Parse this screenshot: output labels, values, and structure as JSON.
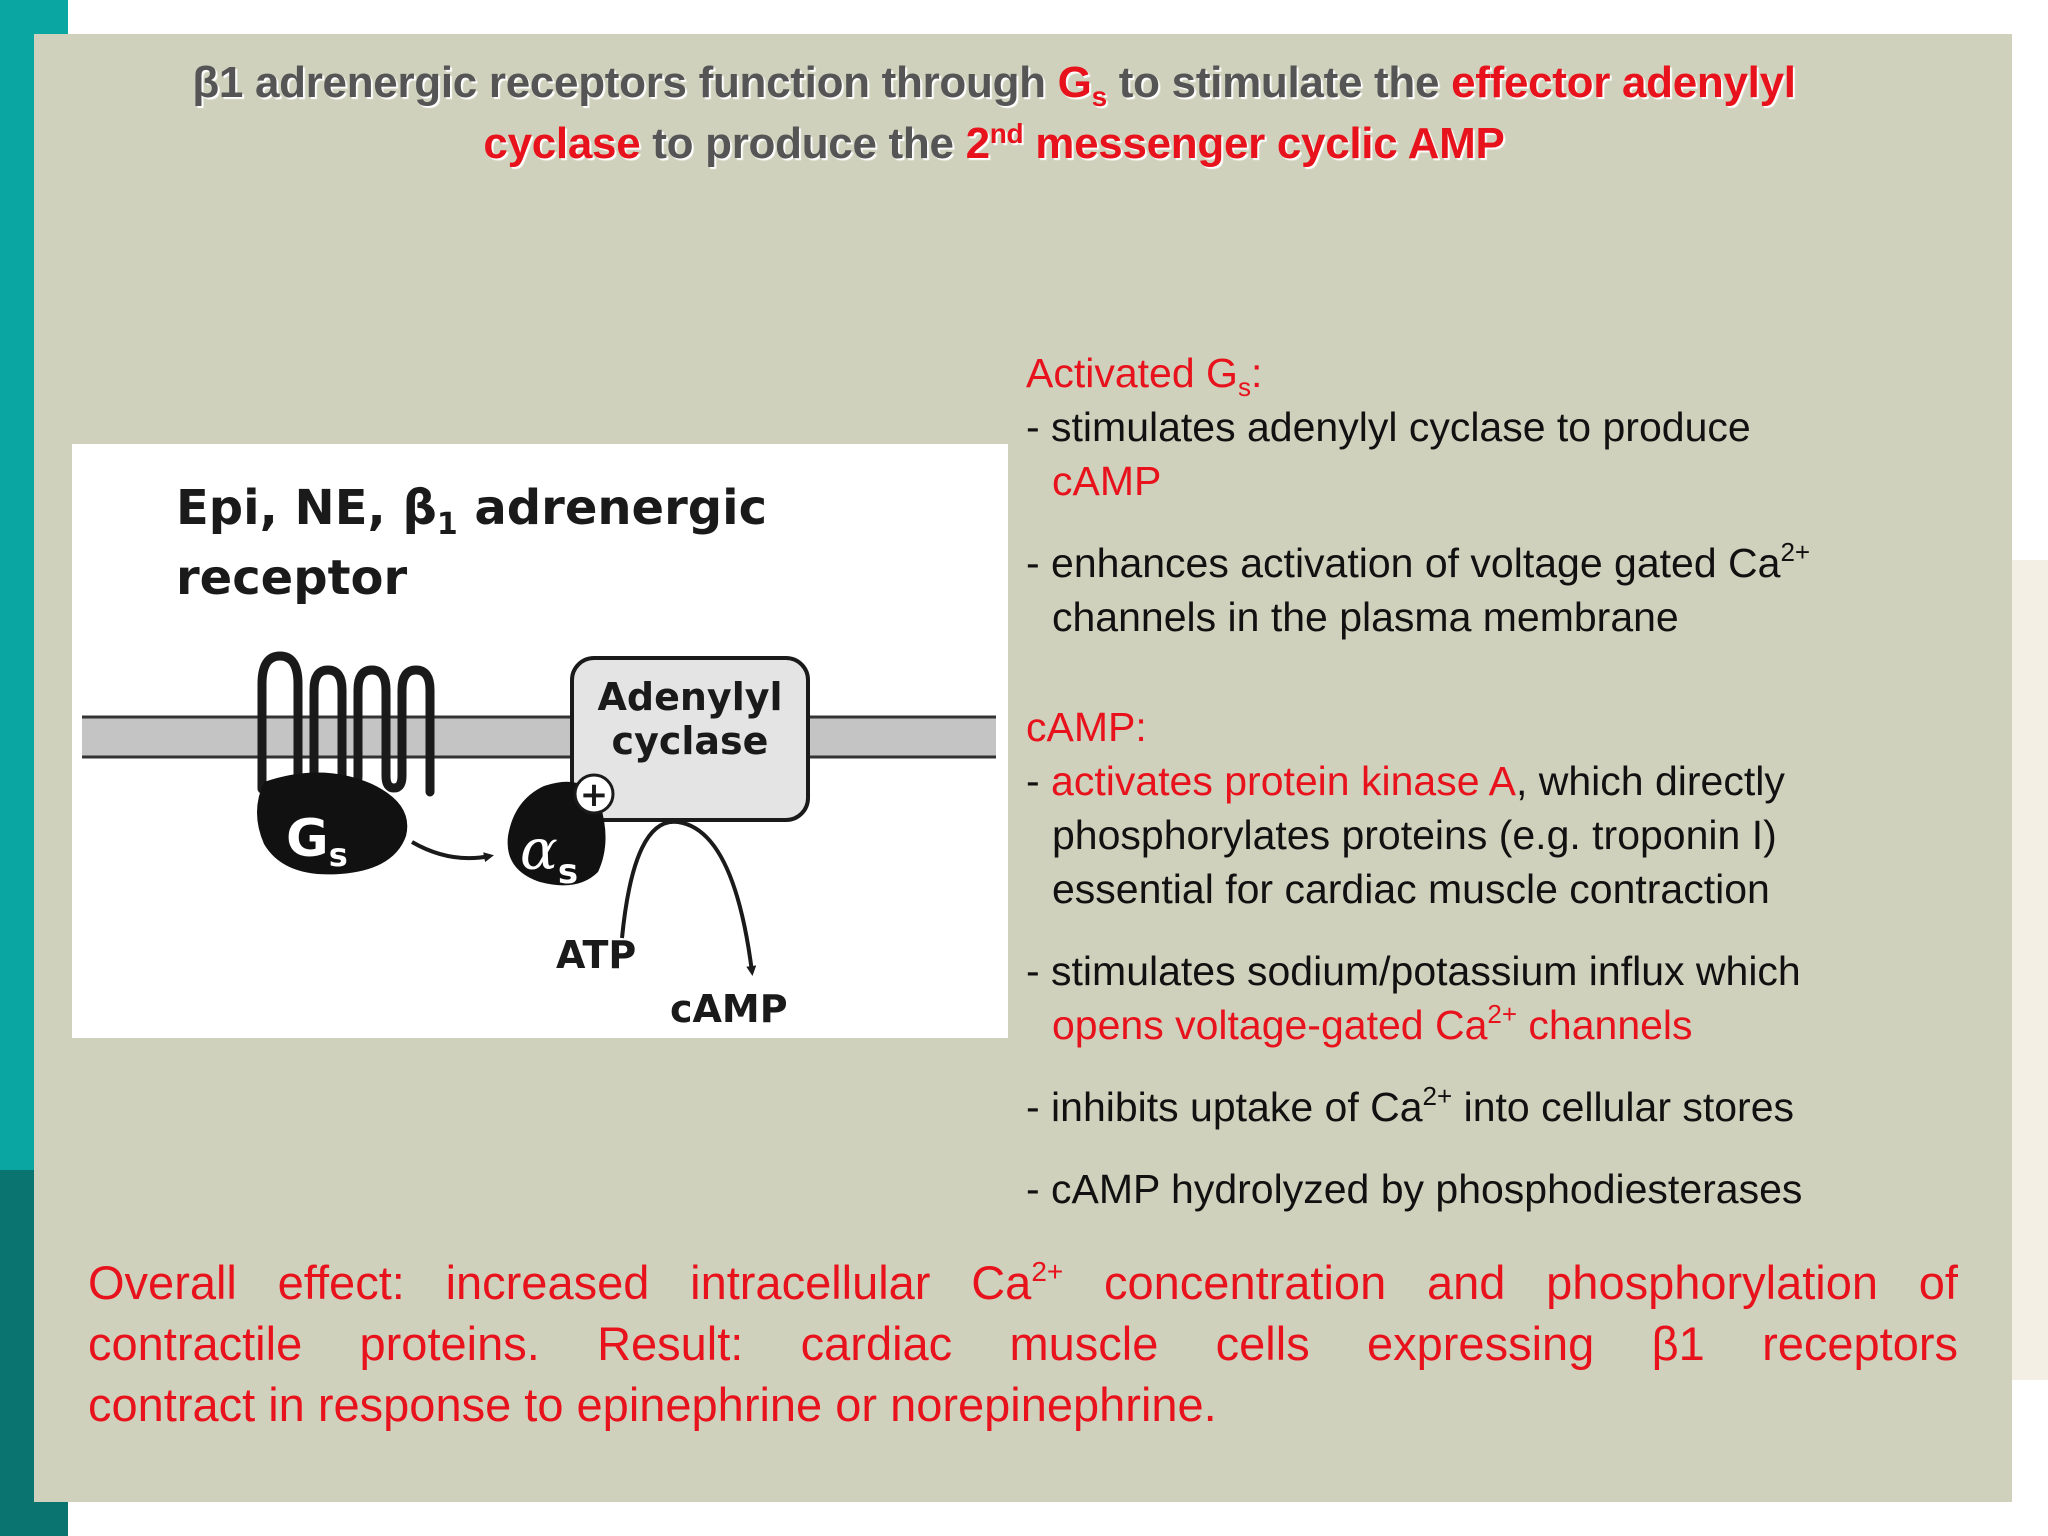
{
  "slide": {
    "title": {
      "part1": "β1 adrenergic receptors function through ",
      "gs_G": "G",
      "gs_sub": "s",
      "part2": " to stimulate the ",
      "effector": "effector adenylyl",
      "cyclase": "cyclase",
      "part3": " to produce the ",
      "second_num": "2",
      "second_sup": "nd",
      "messenger": " messenger cyclic AMP"
    },
    "figure": {
      "heading_line1_a": "Epi, NE, β",
      "heading_sub": "1",
      "heading_line1_b": " adrenergic",
      "heading_line2": "receptor",
      "gs_label": "G",
      "gs_label_sub": "s",
      "alpha_label": "α",
      "alpha_sub": "s",
      "plus_symbol": "+",
      "ac_line1": "Adenylyl",
      "ac_line2": "cyclase",
      "atp_label": "ATP",
      "camp_label": "cAMP"
    },
    "activated_gs": {
      "heading_prefix": "Activated G",
      "heading_sub": "s",
      "heading_suffix": ":",
      "b1_line1": "- stimulates adenylyl cyclase to produce",
      "b1_line2": "cAMP",
      "b2_line1_a": "- enhances activation of voltage gated Ca",
      "b2_sup": "2+",
      "b2_line2": "channels in the plasma membrane"
    },
    "camp": {
      "heading": "cAMP:",
      "b1_dash": "- ",
      "b1_red": "activates protein kinase A",
      "b1_rest": ", which directly",
      "b1_line2": "phosphorylates proteins (e.g. troponin I)",
      "b1_line3": "essential for cardiac muscle contraction",
      "b2_line1": "- stimulates sodium/potassium influx which",
      "b2_line2_a": "opens voltage-gated Ca",
      "b2_sup": "2+",
      "b2_line2_b": " channels",
      "b3_a": "- inhibits uptake of Ca",
      "b3_sup": "2+",
      "b3_b": " into cellular stores",
      "b4": "- cAMP hydrolyzed by phosphodiesterases"
    },
    "summary": {
      "line1_a": "Overall effect: increased intracellular Ca",
      "line1_sup": "2+",
      "line1_b": " concentration and phosphorylation of",
      "line2": "contractile proteins.  Result: cardiac muscle cells expressing β1 receptors",
      "line3": "contract in response to epinephrine or norepinephrine."
    },
    "colors": {
      "accent_red": "#e8121c",
      "teal": "#0aa6a2",
      "background": "#cfd1bc"
    }
  }
}
